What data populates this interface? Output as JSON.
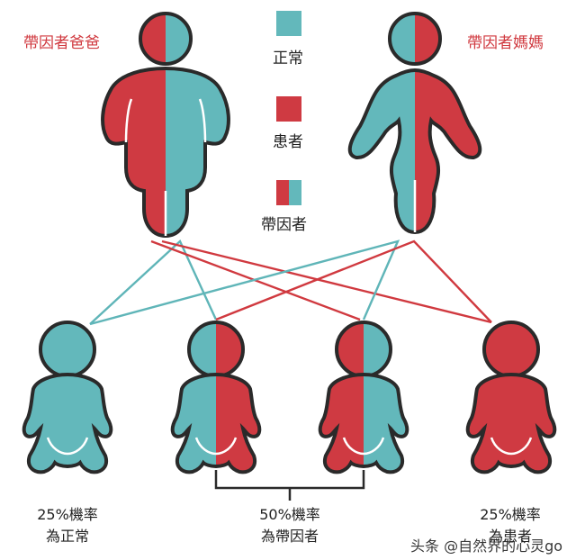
{
  "colors": {
    "normal": "#63b8bb",
    "affected": "#cf3a42",
    "outline": "#2a2a2a",
    "cross_line_teal": "#5fb5b8",
    "cross_line_red": "#d0393f"
  },
  "parents": {
    "father_label": "帶因者爸爸",
    "mother_label": "帶因者媽媽"
  },
  "legend": {
    "normal": "正常",
    "affected": "患者",
    "carrier": "帶因者"
  },
  "children": [
    {
      "status": "normal"
    },
    {
      "status": "carrier"
    },
    {
      "status": "carrier"
    },
    {
      "status": "affected"
    }
  ],
  "outcomes": {
    "normal": {
      "line1": "25%機率",
      "line2": "為正常"
    },
    "carrier": {
      "line1": "50%機率",
      "line2": "為帶因者"
    },
    "affected": {
      "line1": "25%機率",
      "line2": "為患者"
    }
  },
  "watermark": "头条 @自然界的心灵go"
}
